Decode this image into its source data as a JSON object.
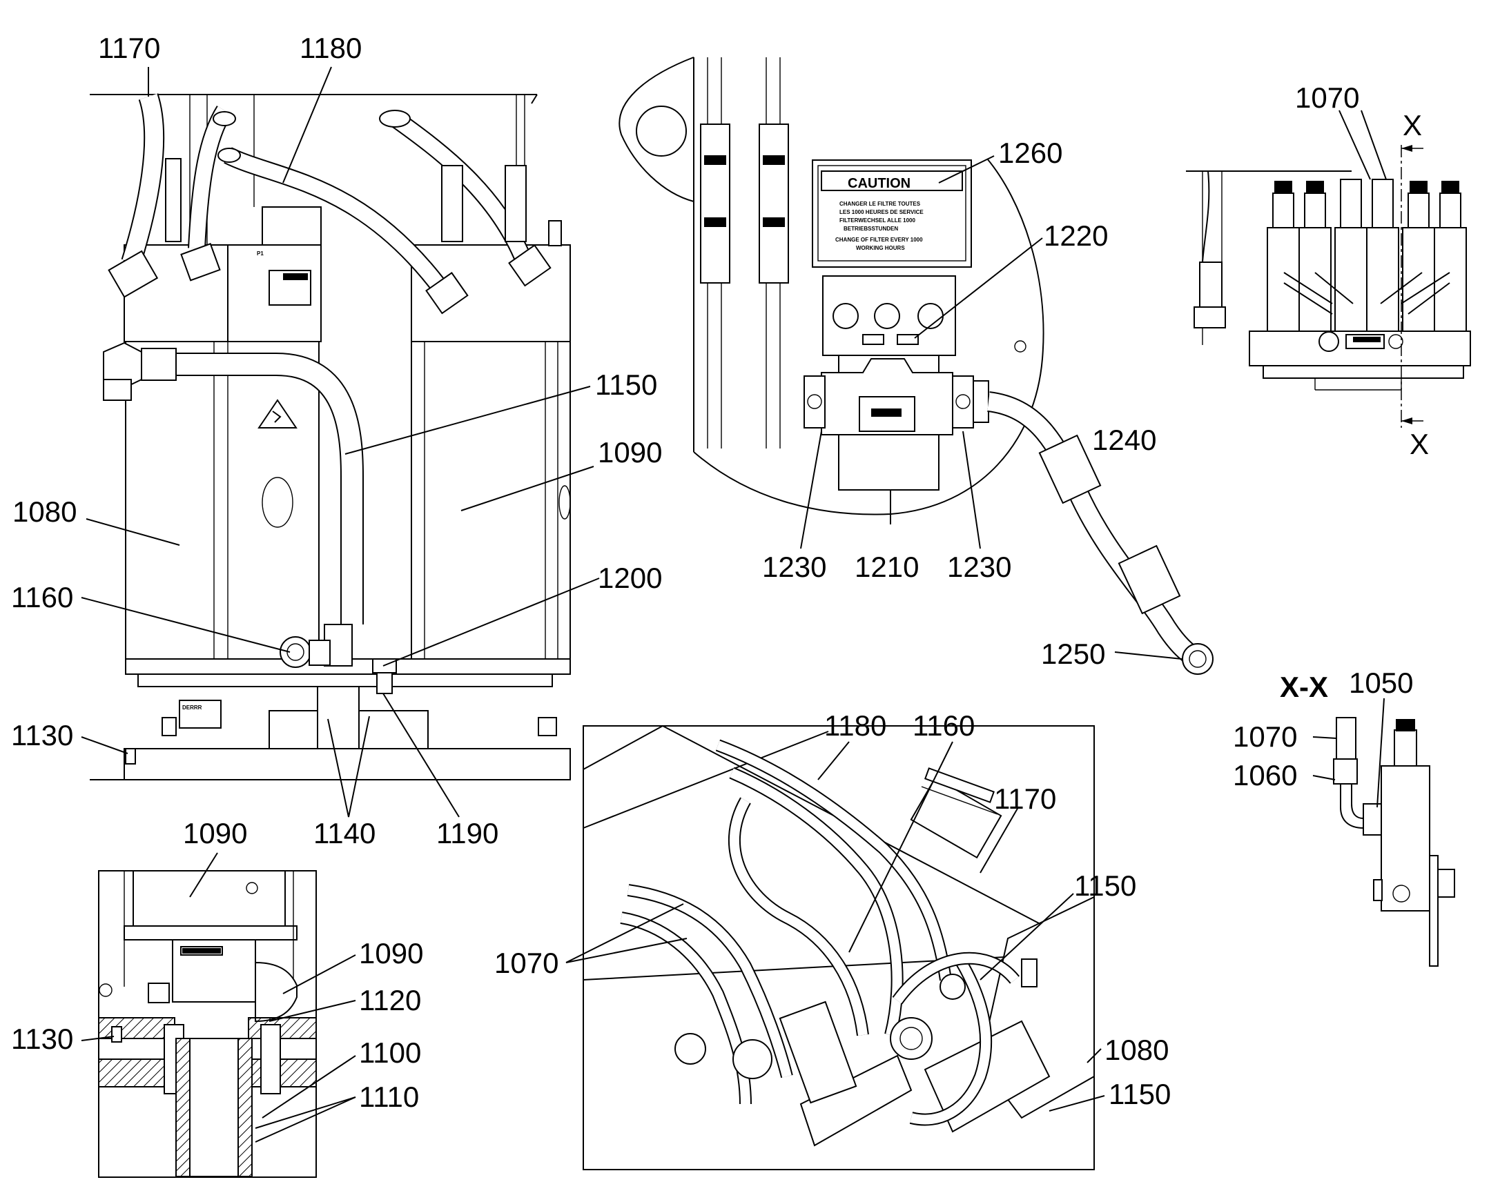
{
  "callouts": {
    "c1170_a": "1170",
    "c1180_a": "1180",
    "c1150_a": "1150",
    "c1090_a": "1090",
    "c1080_a": "1080",
    "c1160_a": "1160",
    "c1200": "1200",
    "c1130_a": "1130",
    "c1140": "1140",
    "c1190": "1190",
    "c1260": "1260",
    "c1220": "1220",
    "c1240": "1240",
    "c1230_a": "1230",
    "c1210": "1210",
    "c1230_b": "1230",
    "c1250": "1250",
    "c1070_a": "1070",
    "x_top": "X",
    "x_bottom": "X",
    "xx_title": "X-X",
    "c1050": "1050",
    "c1070_b": "1070",
    "c1060": "1060",
    "c1090_b": "1090",
    "c1090_c": "1090",
    "c1120": "1120",
    "c1130_b": "1130",
    "c1100": "1100",
    "c1110": "1110",
    "c1180_b": "1180",
    "c1160_b": "1160",
    "c1170_b": "1170",
    "c1150_b": "1150",
    "c1070_c": "1070",
    "c1080_b": "1080",
    "c1150_c": "1150"
  },
  "caution_sign": {
    "heading": "CAUTION",
    "line1": "CHANGER LE FILTRE TOUTES",
    "line2": "LES 1000 HEURES DE SERVICE",
    "line3": "FILTERWECHSEL ALLE 1000",
    "line4": "BETRIEBSSTUNDEN",
    "line5": "CHANGE OF FILTER EVERY 1000",
    "line6": "WORKING HOURS"
  },
  "nameplate": {
    "brand": "DERRR",
    "label_a": "P1"
  }
}
